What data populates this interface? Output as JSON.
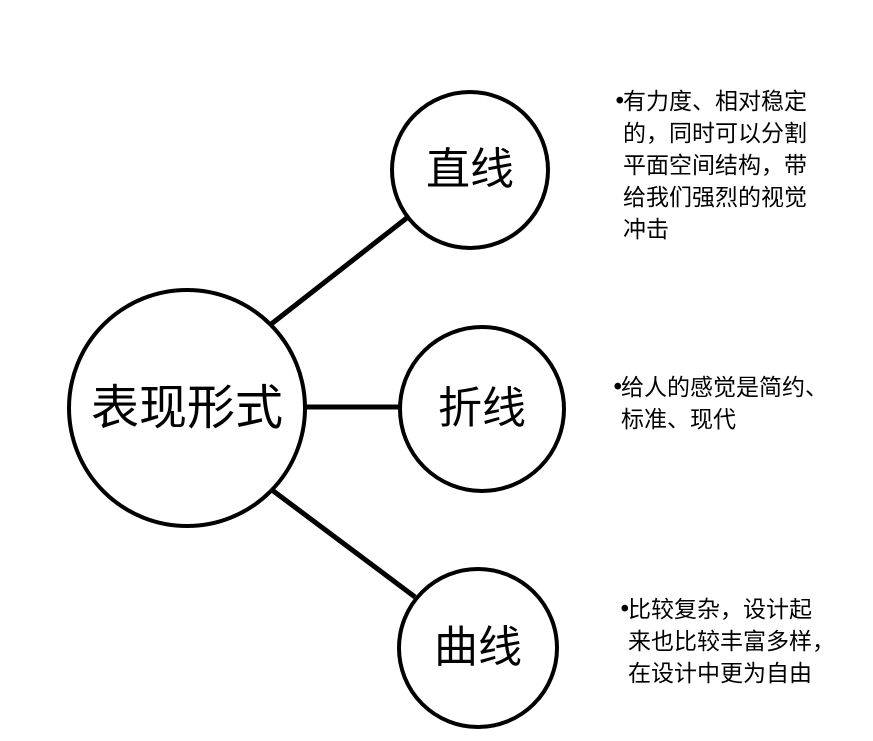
{
  "root": {
    "label": "表现形式"
  },
  "branches": [
    {
      "id": "straight",
      "label": "直线",
      "bullet": "•",
      "description_lines": [
        "有力度、相对稳定",
        "的，同时可以分割",
        "平面空间结构，带",
        "给我们强烈的视觉",
        "冲击"
      ]
    },
    {
      "id": "polyline",
      "label": "折线",
      "bullet": "•",
      "description_lines": [
        "给人的感觉是简约、",
        "标准、现代"
      ]
    },
    {
      "id": "curve",
      "label": "曲线",
      "bullet": "•",
      "description_lines": [
        "比较复杂，设计起",
        "来也比较丰富多样，",
        "在设计中更为自由"
      ]
    }
  ],
  "colors": {
    "stroke": "#000000",
    "background": "#ffffff"
  }
}
